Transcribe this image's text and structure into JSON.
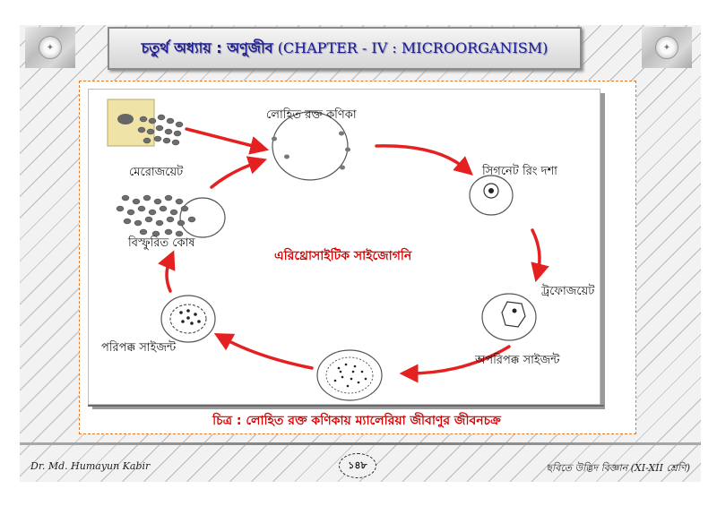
{
  "title": {
    "bengali": "চতুর্থ অধ্যায় : অণুজীব",
    "english": "(CHAPTER - IV : MICROORGANISM)"
  },
  "diagram": {
    "labels": {
      "rbc": "লোহিত রক্ত কণিকা",
      "signet_ring": "সিগনেট রিং দশা",
      "trophozoite": "ট্রফোজয়েট",
      "immature_schizont": "অপরিপক্ক সাইজন্ট",
      "mature_schizont": "পরিপক্ক সাইজন্ট",
      "ruptured_cell": "বিস্ফুরিত কোষ",
      "merozoite": "মেরোজয়েট",
      "cycle_name": "এরিথ্রোসাইটিক সাইজোগনি"
    },
    "colors": {
      "arrow": "#e52020",
      "label": "#111111",
      "cycle_name": "#e00000"
    }
  },
  "caption": "চিত্র  :  লোহিত রক্ত কণিকায় ম্যালেরিয়া জীবাণুর জীবনচক্র",
  "footer": {
    "author": "Dr. Md. Humayun Kabir",
    "page": "১৪৮",
    "book": "ছবিতে উদ্ভিদ বিজ্ঞান (XI-XII শ্রেণি)"
  }
}
